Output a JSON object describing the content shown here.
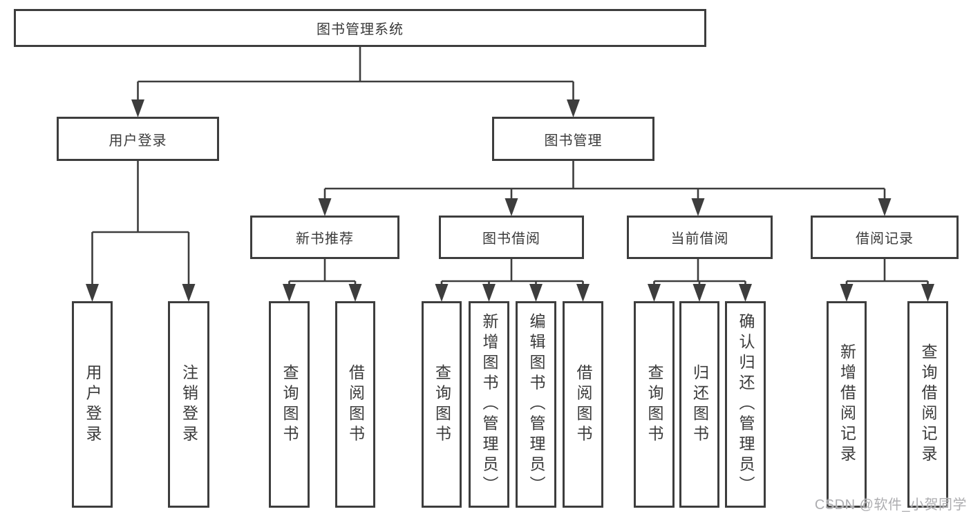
{
  "nodes": {
    "root": {
      "label": "图书管理系统"
    },
    "level2": [
      {
        "label": "用户登录"
      },
      {
        "label": "图书管理"
      }
    ],
    "level3": [
      {
        "label": "新书推荐",
        "parent": "图书管理"
      },
      {
        "label": "图书借阅",
        "parent": "图书管理"
      },
      {
        "label": "当前借阅",
        "parent": "图书管理"
      },
      {
        "label": "借阅记录",
        "parent": "图书管理"
      }
    ],
    "leaves": [
      {
        "label": "用户登录",
        "parent": "用户登录"
      },
      {
        "label": "注销登录",
        "parent": "用户登录"
      },
      {
        "label": "查询图书",
        "parent": "新书推荐"
      },
      {
        "label": "借阅图书",
        "parent": "新书推荐"
      },
      {
        "label": "查询图书",
        "parent": "图书借阅"
      },
      {
        "label": "新增图书（管理员）",
        "parent": "图书借阅"
      },
      {
        "label": "编辑图书（管理员）",
        "parent": "图书借阅"
      },
      {
        "label": "借阅图书",
        "parent": "图书借阅"
      },
      {
        "label": "查询图书",
        "parent": "当前借阅"
      },
      {
        "label": "归还图书",
        "parent": "当前借阅"
      },
      {
        "label": "确认归还（管理员）",
        "parent": "当前借阅"
      },
      {
        "label": "新增借阅记录",
        "parent": "借阅记录"
      },
      {
        "label": "查询借阅记录",
        "parent": "借阅记录"
      }
    ]
  },
  "watermark": "CSDN @软件_小贺同学",
  "colors": {
    "line": "#3d3d3d",
    "text": "#3a3a3a",
    "watermark": "#adadb0"
  }
}
